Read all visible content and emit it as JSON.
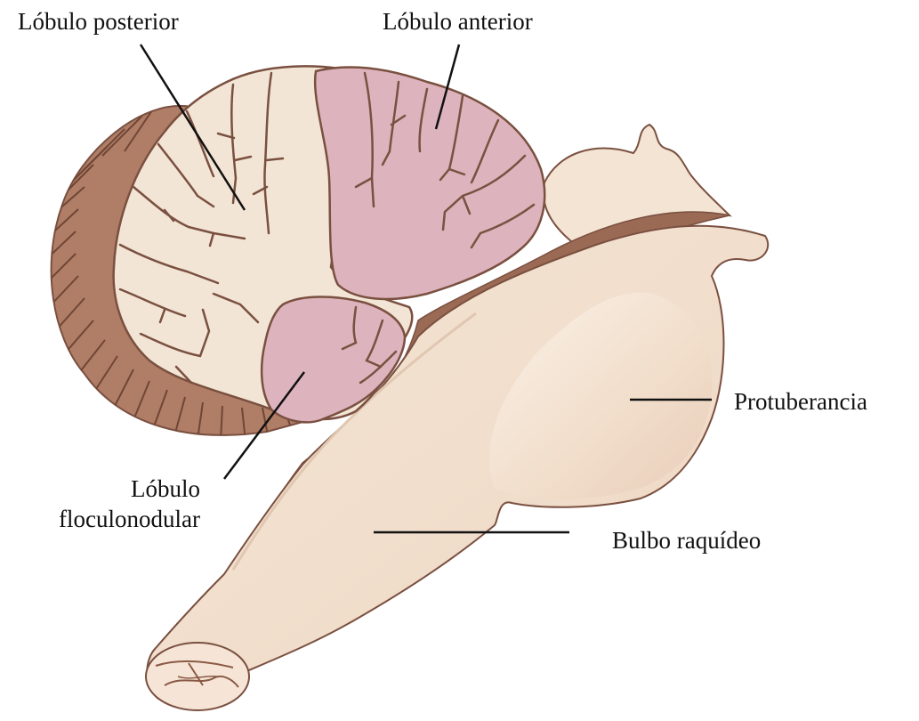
{
  "labels": {
    "posterior_lobe": "Lóbulo posterior",
    "anterior_lobe": "Lóbulo anterior",
    "flocculonodular_line1": "Lóbulo",
    "flocculonodular_line2": "floculonodular",
    "pons": "Protuberancia",
    "medulla": "Bulbo raquídeo"
  },
  "colors": {
    "outline": "#7a5040",
    "cortex_rim": "#b07d66",
    "folia_light": "#f3e5d5",
    "lobe_pink": "#ddb4bd",
    "brainstem": "#f1e0d0",
    "ventricle": "#9b6a55",
    "leader_line": "#111111"
  }
}
